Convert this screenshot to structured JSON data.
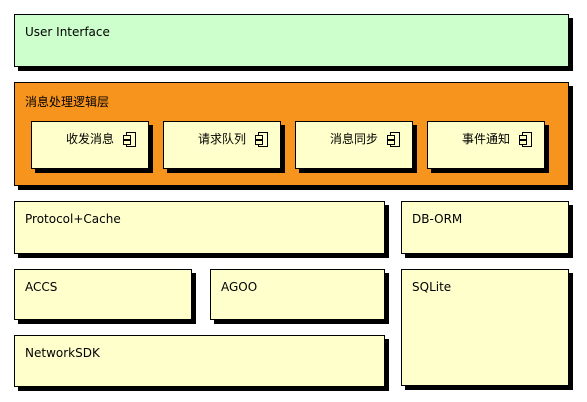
{
  "layers": {
    "ui": "User Interface",
    "message_layer": "消息处理逻辑层",
    "protocol_cache": "Protocol+Cache",
    "db_orm": "DB-ORM",
    "accs": "ACCS",
    "agoo": "AGOO",
    "sqlite": "SQLite",
    "network_sdk": "NetworkSDK"
  },
  "components": {
    "send_receive": "收发消息",
    "request_queue": "请求队列",
    "message_sync": "消息同步",
    "event_notify": "事件通知"
  }
}
